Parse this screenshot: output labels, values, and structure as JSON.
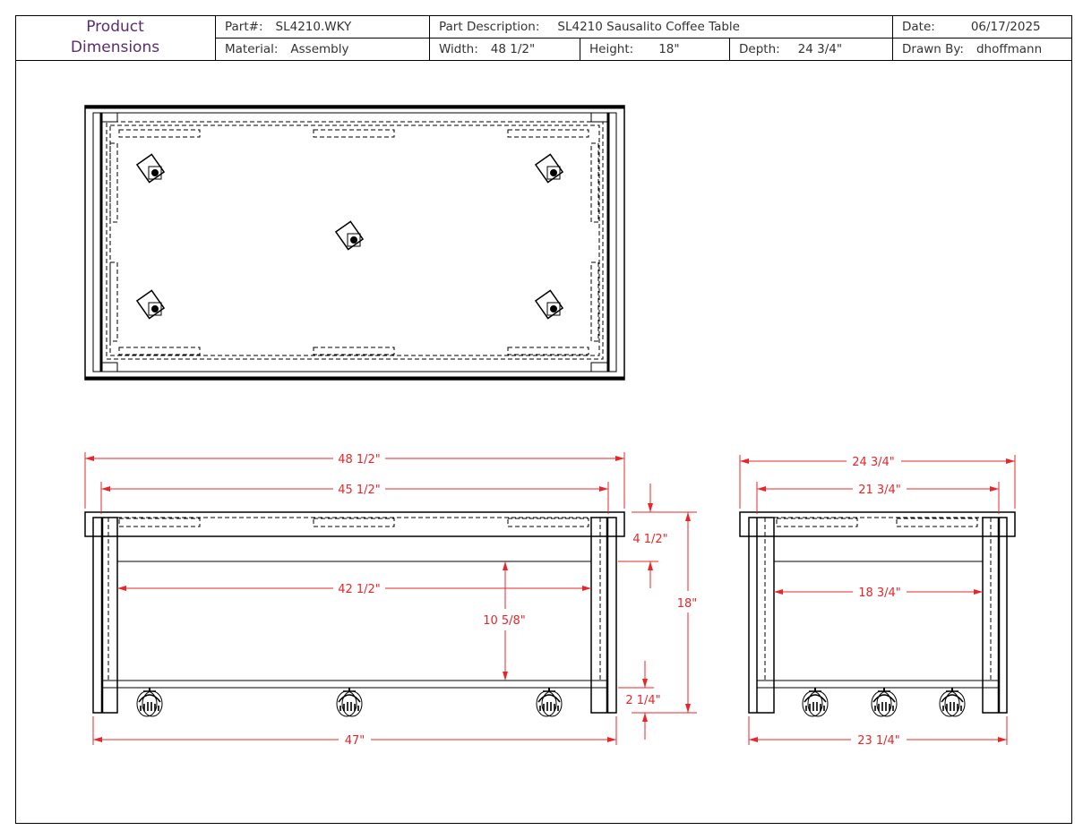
{
  "header": {
    "title_line1": "Product",
    "title_line2": "Dimensions",
    "part_label": "Part#:",
    "part_value": "SL4210.WKY",
    "description_label": "Part Description:",
    "description_value": "SL4210 Sausalito Coffee Table",
    "date_label": "Date:",
    "date_value": "06/17/2025",
    "material_label": "Material:",
    "material_value": "Assembly",
    "width_label": "Width:",
    "width_value": "48 1/2\"",
    "height_label": "Height:",
    "height_value": "18\"",
    "depth_label": "Depth:",
    "depth_value": "24 3/4\"",
    "drawn_by_label": "Drawn By:",
    "drawn_by_value": "dhoffmann"
  },
  "colors": {
    "dimension": "#e8262a",
    "title": "#5b2d6e",
    "line": "#000000"
  },
  "front_view": {
    "overall_width": "48 1/2\"",
    "top_inner_width": "45 1/2\"",
    "inner_width": "42 1/2\"",
    "shelf_gap": "10 5/8\"",
    "apron_height": "4 1/2\"",
    "overall_height": "18\"",
    "shelf_clearance": "2 1/4\"",
    "leg_span": "47\""
  },
  "side_view": {
    "overall_depth": "24 3/4\"",
    "top_inner_depth": "21 3/4\"",
    "inner_depth": "18 3/4\"",
    "leg_span": "23 1/4\""
  }
}
